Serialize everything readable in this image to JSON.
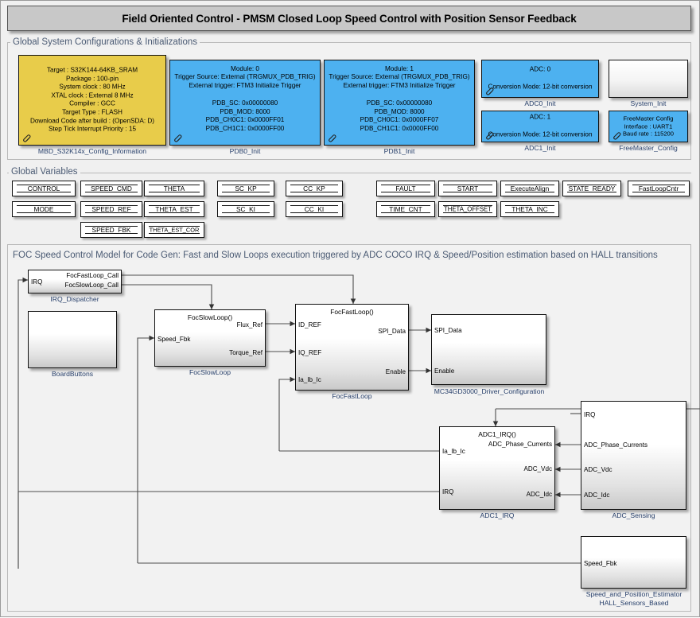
{
  "title": "Field Oriented Control - PMSM Closed Loop Speed Control with Position Sensor Feedback",
  "panels": {
    "global_config": "Global System Configurations & Initializations",
    "global_variables": "Global Variables",
    "foc_model": "FOC Speed Control Model for Code Gen: Fast and Slow Loops execution triggered by ADC COCO IRQ &  Speed/Position estimation based on HALL transitions"
  },
  "config_blocks": [
    {
      "name": "MBD_S32K14x_Config_Information",
      "color": "#e8cc4a",
      "lines": [
        "Target : S32K144-64KB_SRAM",
        "Package : 100-pin",
        "System clock : 80 MHz",
        "XTAL clock : External 8 MHz",
        "Compiler : GCC",
        "Target Type : FLASH",
        "Download Code after build : (OpenSDA: D)",
        "Step Tick Interrupt Priority : 15"
      ]
    },
    {
      "name": "PDB0_Init",
      "color": "#4db1f0",
      "lines": [
        "Module:  0",
        "Trigger Source:  External (TRGMUX_PDB_TRIG)",
        "External trigger:  FTM3 Initialize Trigger",
        "",
        "PDB_SC: 0x00000080",
        "PDB_MOD: 8000",
        "PDB_CH0C1: 0x0000FF01",
        "PDB_CH1C1: 0x0000FF00"
      ]
    },
    {
      "name": "PDB1_Init",
      "color": "#4db1f0",
      "lines": [
        "Module:  1",
        "Trigger Source:  External (TRGMUX_PDB_TRIG)",
        "External trigger:  FTM3 Initialize Trigger",
        "",
        "PDB_SC: 0x00000080",
        "PDB_MOD: 8000",
        "PDB_CH0C1: 0x0000FF07",
        "PDB_CH1C1: 0x0000FF00"
      ]
    },
    {
      "name": "ADC0_Init",
      "color": "#4db1f0",
      "lines": [
        "ADC: 0",
        "",
        "Conversion Mode: 12-bit conversion"
      ]
    },
    {
      "name": "ADC1_Init",
      "color": "#4db1f0",
      "lines": [
        "ADC: 1",
        "",
        "Conversion Mode: 12-bit conversion"
      ]
    },
    {
      "name": "System_Init",
      "color": "#ffffff",
      "lines": []
    },
    {
      "name": "FreeMaster_Config",
      "color": "#4db1f0",
      "lines": [
        "FreeMaster Config",
        "Interface : UART1",
        "Baud rate : 115200"
      ]
    }
  ],
  "global_variables": [
    "CONTROL",
    "MODE",
    "SPEED_CMD",
    "SPEED_REF",
    "SPEED_FBK",
    "THETA",
    "THETA_EST",
    "THETA_EST_COR",
    "SC_KP",
    "SC_KI",
    "CC_KP",
    "CC_KI",
    "FAULT",
    "TIME_CNT",
    "START",
    "THETA_OFFSET",
    "ExecuteAlign",
    "THETA_INC",
    "STATE_READY",
    "FastLoopCntr"
  ],
  "model_blocks": [
    {
      "id": "irq_dispatcher",
      "label": "IRQ_Dispatcher",
      "top_text": "",
      "inputs": [
        "IRQ"
      ],
      "outputs": [
        "FocFastLoop_Call",
        "FocSlowLoop_Call"
      ]
    },
    {
      "id": "board_buttons",
      "label": "BoardButtons",
      "top_text": "",
      "inputs": [],
      "outputs": []
    },
    {
      "id": "foc_slow_loop",
      "label": "FocSlowLoop",
      "top_text": "FocSlowLoop()",
      "inputs": [
        "Speed_Fbk"
      ],
      "outputs": [
        "Flux_Ref",
        "Torque_Ref"
      ]
    },
    {
      "id": "foc_fast_loop",
      "label": "FocFastLoop",
      "top_text": "FocFastLoop()",
      "inputs": [
        "ID_REF",
        "IQ_REF",
        "Ia_Ib_Ic"
      ],
      "outputs": [
        "SPI_Data",
        "Enable"
      ]
    },
    {
      "id": "mc34gd3000",
      "label": "MC34GD3000_Driver_Configuration",
      "top_text": "",
      "inputs": [
        "SPI_Data",
        "Enable"
      ],
      "outputs": []
    },
    {
      "id": "adc1_irq",
      "label": "ADC1_IRQ",
      "top_text": "ADC1_IRQ()",
      "inputs": [
        "Ia_Ib_Ic",
        "IRQ"
      ],
      "outputs": [
        "ADC_Phase_Currents",
        "ADC_Vdc",
        "ADC_Idc"
      ]
    },
    {
      "id": "adc_sensing",
      "label": "ADC_Sensing",
      "top_text": "",
      "inputs": [
        "IRQ",
        "ADC_Phase_Currents",
        "ADC_Vdc",
        "ADC_Idc"
      ],
      "outputs": []
    },
    {
      "id": "speed_pos_est",
      "label": "Speed_and_Position_Estimator\nHALL_Sensors_Based",
      "label_line1": "Speed_and_Position_Estimator",
      "label_line2": "HALL_Sensors_Based",
      "top_text": "",
      "inputs": [
        "Speed_Fbk"
      ],
      "outputs": []
    }
  ],
  "colors": {
    "canvas": "#f0f0f0",
    "panel": "#f2f2f2",
    "title_bar": "#c8c8c8",
    "block_yellow": "#e8cc4a",
    "block_blue": "#4db1f0",
    "label_blue": "#28406b",
    "panel_title": "#4a5a73",
    "wire": "#4d4d4d"
  }
}
